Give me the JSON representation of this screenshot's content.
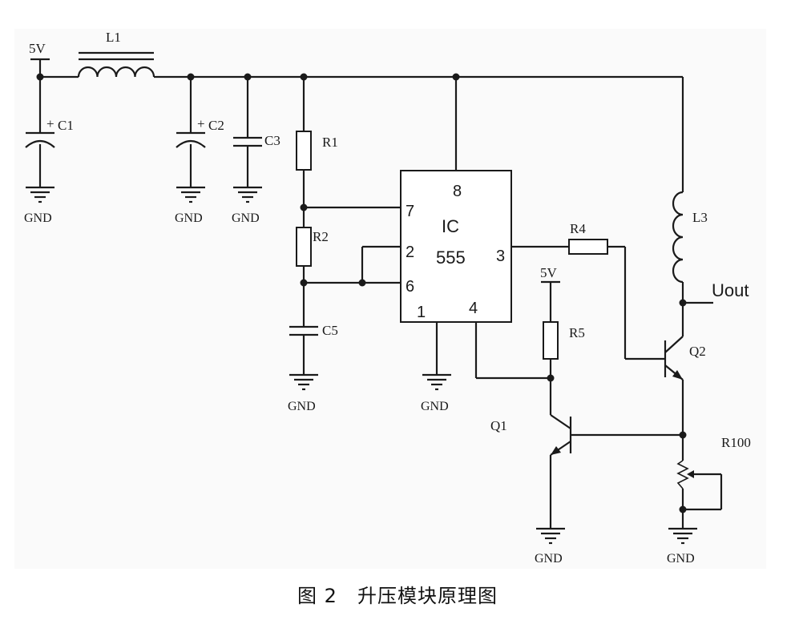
{
  "supply_labels": [
    "5V",
    "5V"
  ],
  "components": {
    "L1": "L1",
    "C1": "C1",
    "C2": "C2",
    "C3": "C3",
    "R1": "R1",
    "R2": "R2",
    "C5": "C5",
    "R4": "R4",
    "R5": "R5",
    "L3": "L3",
    "Q1": "Q1",
    "Q2": "Q2",
    "R100": "R100"
  },
  "ic": {
    "name": "IC",
    "part": "555",
    "pins": {
      "p1": "1",
      "p2": "2",
      "p3": "3",
      "p4": "4",
      "p6": "6",
      "p7": "7",
      "p8": "8"
    }
  },
  "ground_label": "GND",
  "output_label": "Uout",
  "polarity_mark": "+",
  "caption": "图 2　升压模块原理图"
}
